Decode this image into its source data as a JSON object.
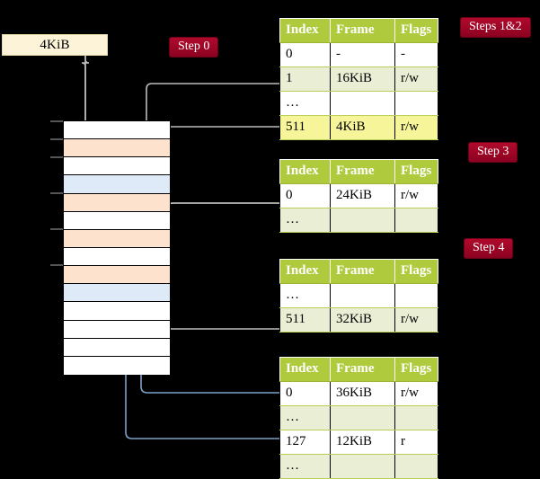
{
  "diagram": {
    "title_badges": [
      {
        "id": "steps-1-2",
        "label": "Steps 1&2"
      },
      {
        "id": "step-3",
        "label": "Step 3"
      },
      {
        "id": "step-4",
        "label": "Step 4"
      },
      {
        "id": "step-0",
        "label": "Step 0"
      }
    ],
    "frame_box": {
      "label": "4KiB"
    },
    "colors": {
      "badge": "#b40a2e",
      "header": "#afca3c",
      "row_even": "#e9eed4",
      "row_odd": "#ffffff",
      "highlight": "#f7f59a",
      "frame_box": "#fdf3d9",
      "mem_orange": "#fde3ce",
      "mem_blue": "#dfeaf8",
      "wire_gray": "#b9b9b9",
      "wire_blue": "#7e9fc9",
      "background": "#000000"
    },
    "memory_column": {
      "rows": [
        {
          "fill": "white"
        },
        {
          "fill": "orange"
        },
        {
          "fill": "white"
        },
        {
          "fill": "blue"
        },
        {
          "fill": "orange"
        },
        {
          "fill": "white"
        },
        {
          "fill": "orange"
        },
        {
          "fill": "white"
        },
        {
          "fill": "orange"
        },
        {
          "fill": "blue"
        },
        {
          "fill": "white"
        },
        {
          "fill": "white"
        },
        {
          "fill": "white"
        },
        {
          "fill": "white"
        }
      ]
    },
    "tables": [
      {
        "id": "table-level-1",
        "columns": [
          "Index",
          "Frame",
          "Flags"
        ],
        "rows": [
          {
            "index": "0",
            "frame": "-",
            "flags": "-",
            "highlight": false
          },
          {
            "index": "1",
            "frame": "16KiB",
            "flags": "r/w",
            "highlight": false
          },
          {
            "index": "…",
            "frame": "",
            "flags": "",
            "highlight": false
          },
          {
            "index": "511",
            "frame": "4KiB",
            "flags": "r/w",
            "highlight": true
          }
        ]
      },
      {
        "id": "table-level-2",
        "columns": [
          "Index",
          "Frame",
          "Flags"
        ],
        "rows": [
          {
            "index": "0",
            "frame": "24KiB",
            "flags": "r/w",
            "highlight": false
          },
          {
            "index": "…",
            "frame": "",
            "flags": "",
            "highlight": false
          }
        ]
      },
      {
        "id": "table-level-3",
        "columns": [
          "Index",
          "Frame",
          "Flags"
        ],
        "rows": [
          {
            "index": "…",
            "frame": "",
            "flags": "",
            "highlight": false
          },
          {
            "index": "511",
            "frame": "32KiB",
            "flags": "r/w",
            "highlight": false
          }
        ]
      },
      {
        "id": "table-level-4",
        "columns": [
          "Index",
          "Frame",
          "Flags"
        ],
        "rows": [
          {
            "index": "0",
            "frame": "36KiB",
            "flags": "r/w",
            "highlight": false
          },
          {
            "index": "…",
            "frame": "",
            "flags": "",
            "highlight": false
          },
          {
            "index": "127",
            "frame": "12KiB",
            "flags": "r",
            "highlight": false
          },
          {
            "index": "…",
            "frame": "",
            "flags": "",
            "highlight": false
          }
        ]
      }
    ]
  }
}
